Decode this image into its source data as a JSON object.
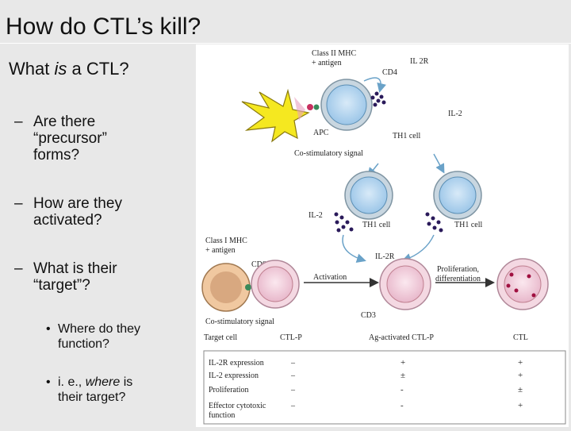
{
  "slide": {
    "title": "How do CTL’s kill?",
    "question_prefix": "What ",
    "question_italic": "is",
    "question_suffix": " a CTL?",
    "bullets": [
      {
        "dash": "–",
        "lines": [
          "Are there",
          "“precursor”",
          "forms?"
        ]
      },
      {
        "dash": "–",
        "lines": [
          "How are they",
          "activated?"
        ]
      },
      {
        "dash": "–",
        "lines": [
          "What is their",
          "“target”?"
        ]
      }
    ],
    "sub_bullets": [
      {
        "dot": "•",
        "lines": [
          "Where do they",
          "function?"
        ]
      },
      {
        "dot": "•",
        "lines_prefix": "i. e., ",
        "italic": "where",
        "lines_suffix": " is",
        "line2": "their target?"
      }
    ]
  },
  "diagram": {
    "labels": {
      "class2_mhc": "Class II MHC",
      "plus_antigen_1": "+ antigen",
      "cd4": "CD4",
      "il2r_top": "IL 2R",
      "il2_top": "IL-2",
      "apc": "APC",
      "th1_cell_top": "TH1 cell",
      "costim_top": "Co-stimulatory signal",
      "il2_mid": "IL-2",
      "th1_cell_left": "TH1 cell",
      "th1_cell_right": "TH1 cell",
      "class1_mhc": "Class I MHC",
      "plus_antigen_2": "+ antigen",
      "cd8": "CD8",
      "il2r_mid": "IL-2R",
      "proliferation": "Proliferation,",
      "differentiation": "differentiation",
      "activation": "Activation",
      "cd3": "CD3",
      "costim_bottom": "Co-stimulatory signal",
      "target_cell": "Target cell",
      "ctl_p": "CTL-P",
      "ag_activated": "Ag-activated CTL-P",
      "ctl": "CTL"
    },
    "table": {
      "rows": [
        {
          "label": "IL-2R expression",
          "ctlp": "–",
          "ag": "+",
          "ctl": "+"
        },
        {
          "label": "IL-2 expression",
          "ctlp": "–",
          "ag": "±",
          "ctl": "+"
        },
        {
          "label": "Proliferation",
          "ctlp": "–",
          "ag": "-",
          "ctl": "±"
        },
        {
          "label": "Effector cytotoxic",
          "label2": "function",
          "ctlp": "–",
          "ag": "-",
          "ctl": "+"
        }
      ]
    }
  }
}
